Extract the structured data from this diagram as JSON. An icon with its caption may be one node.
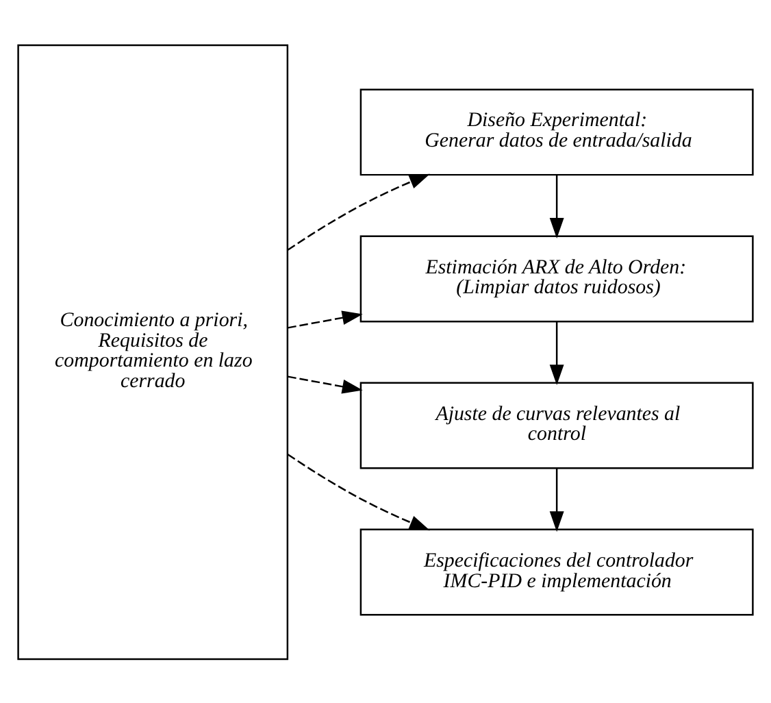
{
  "diagram": {
    "nodes": [
      {
        "text": [
          "Conocimiento a priori,",
          "Requisitos de comportamiento en lazo cerrado"
        ]
      },
      {
        "text": [
          "Diseño Experimental:",
          "Generar datos de entrada/salida"
        ]
      },
      {
        "text": [
          "Estimación ARX de Alto Orden:",
          "(Limpiar datos ruidosos)"
        ]
      },
      {
        "text": [
          "Ajuste de curvas relevantes al control"
        ]
      },
      {
        "text": [
          "Especificaciones del controlador IMC-PID e implementación"
        ]
      }
    ],
    "edges": [
      {
        "from": 0,
        "to": 1,
        "arrow": "to",
        "style": "dashed"
      },
      {
        "from": 0,
        "to": 2,
        "arrow": "to",
        "style": "dashed"
      },
      {
        "from": 0,
        "to": 3,
        "arrow": "to",
        "style": "dashed"
      },
      {
        "from": 0,
        "to": 4,
        "arrow": "to",
        "style": "dashed"
      },
      {
        "from": 1,
        "to": 2,
        "arrow": "to"
      },
      {
        "from": 2,
        "to": 3,
        "arrow": "to"
      },
      {
        "from": 3,
        "to": 4,
        "arrow": "to"
      }
    ]
  }
}
